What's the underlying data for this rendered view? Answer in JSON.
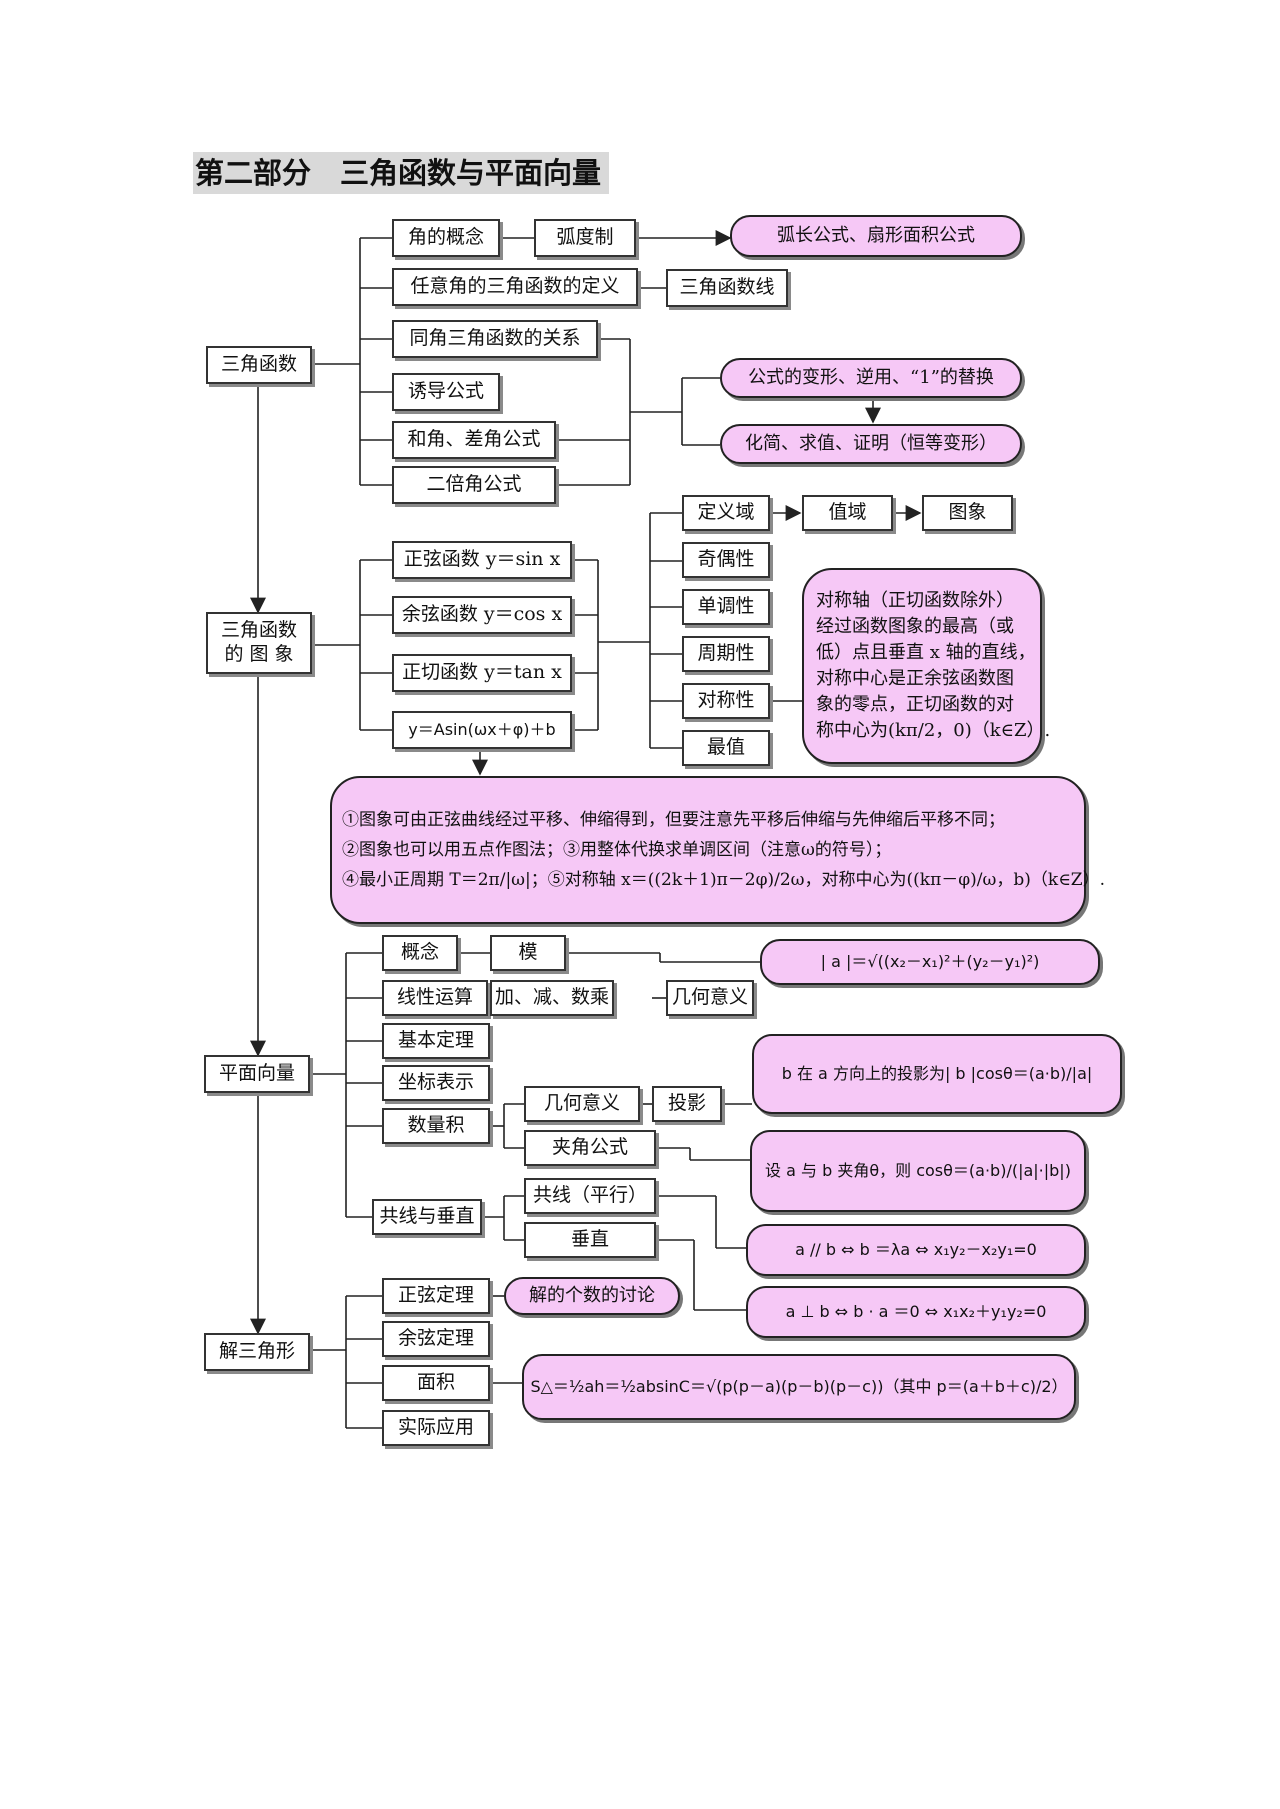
{
  "title": "第二部分　三角函数与平面向量",
  "sections": {
    "trig_functions": "三角函数",
    "trig_graphs": "三角函数\n的 图 象",
    "plane_vectors": "平面向量",
    "solve_triangle": "解三角形"
  },
  "trig": {
    "angle_concept": "角的概念",
    "radian": "弧度制",
    "arc_formula": "弧长公式、扇形面积公式",
    "any_angle_def": "任意角的三角函数的定义",
    "trig_lines": "三角函数线",
    "same_angle": "同角三角函数的关系",
    "induction": "诱导公式",
    "sum_diff": "和角、差角公式",
    "double_angle": "二倍角公式",
    "transform_note": "公式的变形、逆用、“1”的替换",
    "simplify_note": "化简、求值、证明（恒等变形）"
  },
  "graphs": {
    "sine": "正弦函数 y＝sin x",
    "cosine": "余弦函数 y＝cos x",
    "tangent": "正切函数 y＝tan x",
    "general": "y＝Asin(ωx＋φ)＋b",
    "domain": "定义域",
    "range": "值域",
    "image": "图象",
    "parity": "奇偶性",
    "monotonic": "单调性",
    "periodic": "周期性",
    "symmetry": "对称性",
    "extremum": "最值",
    "symmetry_note": [
      "对称轴（正切函数除外）",
      "经过函数图象的最高（或",
      "低）点且垂直 x 轴的直线，",
      "对称中心是正余弦函数图",
      "象的零点，正切函数的对",
      "称中心为(kπ/2，0)（k∈Z）."
    ],
    "note_line1": "①图象可由正弦曲线经过平移、伸缩得到，但要注意先平移后伸缩与先伸缩后平移不同；",
    "note_line2": "②图象也可以用五点作图法；③用整体代换求单调区间（注意ω的符号）；",
    "note_line3": "④最小正周期 T＝2π/|ω|；⑤对称轴 x＝((2k＋1)π－2φ)/2ω，对称中心为((kπ－φ)/ω，b)（k∈Z）."
  },
  "vectors": {
    "concept": "概念",
    "modulus": "模",
    "modulus_formula": "| a |＝√((x₂－x₁)²＋(y₂－y₁)²)",
    "linear_ops": "线性运算",
    "add_sub_mul": "加、减、数乘",
    "geometric_meaning": "几何意义",
    "basic_theorem": "基本定理",
    "coordinates": "坐标表示",
    "dot_product": "数量积",
    "geo_meaning2": "几何意义",
    "projection": "投影",
    "projection_formula": "b 在 a 方向上的投影为| b |cosθ＝(a·b)/|a|",
    "angle_formula_box": "夹角公式",
    "angle_formula": "设 a 与 b 夹角θ，则 cosθ＝(a·b)/(|a|·|b|)",
    "collinear_perp": "共线与垂直",
    "collinear": "共线（平行）",
    "perpendicular": "垂直",
    "parallel_formula": "a // b ⇔ b ＝λa ⇔ x₁y₂－x₂y₁=0",
    "perp_formula": "a ⊥ b ⇔ b · a ＝0 ⇔ x₁x₂＋y₁y₂=0"
  },
  "triangle": {
    "sine_law": "正弦定理",
    "solution_count": "解的个数的讨论",
    "cosine_law": "余弦定理",
    "area": "面积",
    "area_formula": "S△＝½ah＝½absinC＝√(p(p－a)(p－b)(p－c))（其中 p＝(a＋b＋c)/2）",
    "application": "实际应用"
  }
}
